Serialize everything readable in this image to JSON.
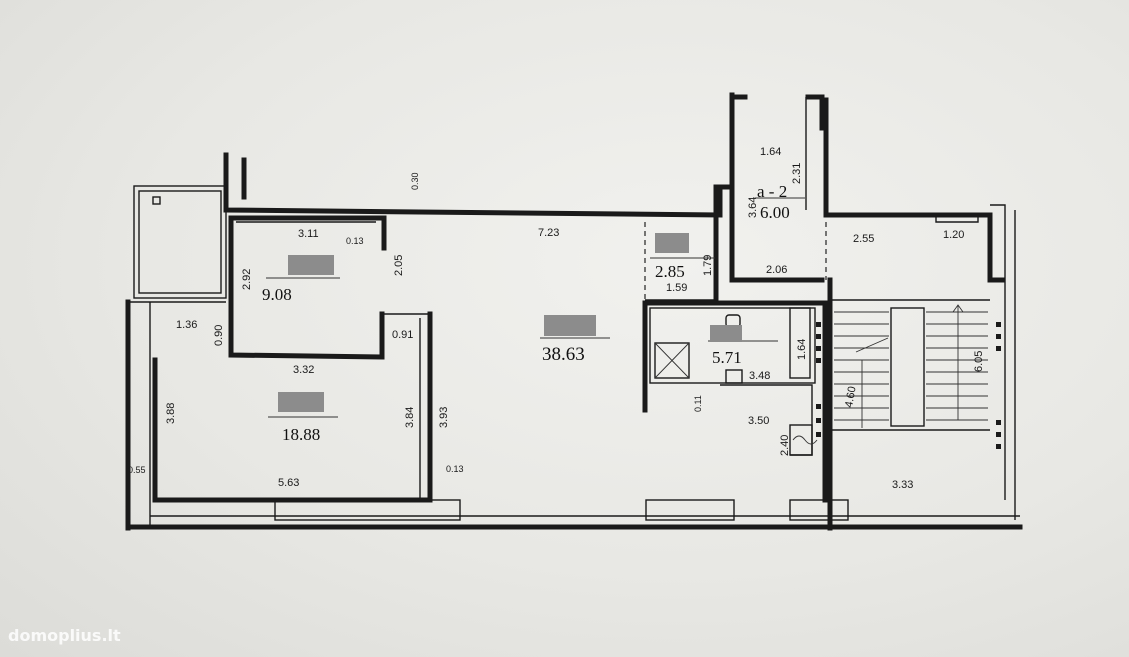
{
  "room_areas": {
    "room_small": "9.08",
    "room_left": "18.88",
    "room_main": "38.63",
    "storage": "2.85",
    "bathroom": "5.71",
    "lift_area": "6.00",
    "lift_label": "a - 2"
  },
  "dimensions": {
    "d311": "3.11",
    "d013a": "0.13",
    "d292": "2.92",
    "d205": "2.05",
    "d723": "7.23",
    "d030": "0.30",
    "d179": "1.79",
    "d159": "1.59",
    "d136": "1.36",
    "d090": "0.90",
    "d091": "0.91",
    "d332": "3.32",
    "d388": "3.88",
    "d384": "3.84",
    "d393": "3.93",
    "d563": "5.63",
    "d055": "0.55",
    "d013b": "0.13",
    "d011": "0.11",
    "d350": "3.50",
    "d348": "3.48",
    "d164b": "1.64",
    "d240": "2.40",
    "d164a": "1.64",
    "d231": "2.31",
    "d364": "3.64",
    "d206": "2.06",
    "d255": "2.55",
    "d120": "1.20",
    "d460": "4.60",
    "d605": "6.05",
    "d333": "3.33"
  },
  "watermark": "domoplius.lt"
}
